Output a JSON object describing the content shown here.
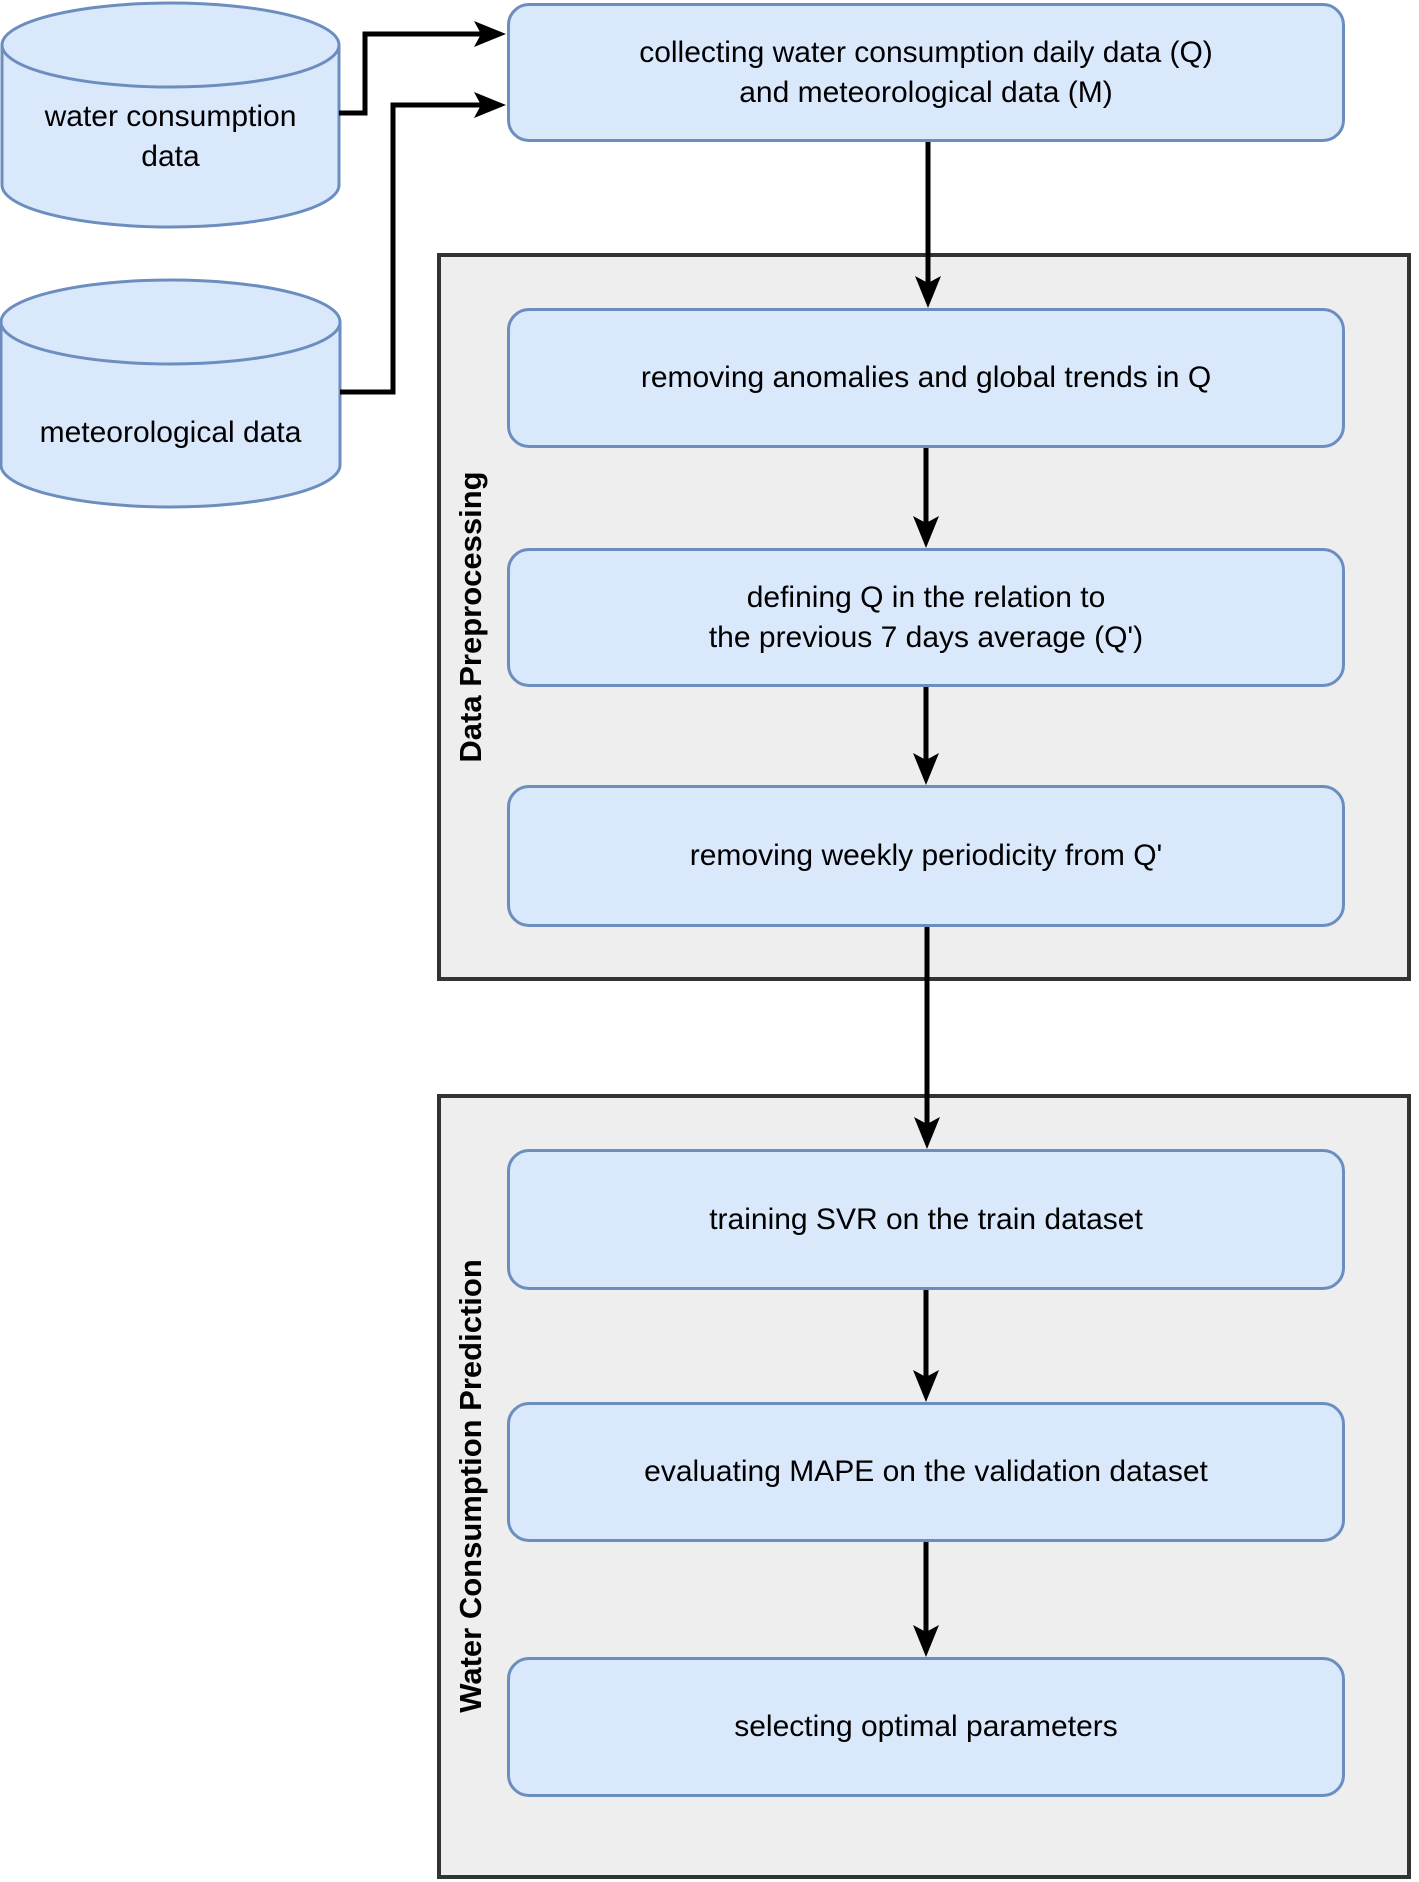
{
  "colors": {
    "node_fill": "#dae8fc",
    "node_stroke": "#6c8ebf",
    "section_fill": "#eeeeee",
    "section_stroke": "#333333",
    "connector": "#000000"
  },
  "datastores": [
    {
      "label": "water consumption\ndata"
    },
    {
      "label": "meteorological data"
    }
  ],
  "collect_step": {
    "label": "collecting water consumption daily data (Q)\nand meteorological data (M)"
  },
  "sections": [
    {
      "label": "Data Preprocessing",
      "steps": [
        {
          "label": "removing anomalies and global trends in Q"
        },
        {
          "label": "defining Q in the relation to\nthe previous 7 days average (Q')"
        },
        {
          "label": "removing weekly periodicity from Q'"
        }
      ]
    },
    {
      "label": "Water Consumption Prediction",
      "steps": [
        {
          "label": "training SVR on the train dataset"
        },
        {
          "label": "evaluating MAPE on the validation dataset"
        },
        {
          "label": "selecting optimal parameters"
        }
      ]
    }
  ]
}
